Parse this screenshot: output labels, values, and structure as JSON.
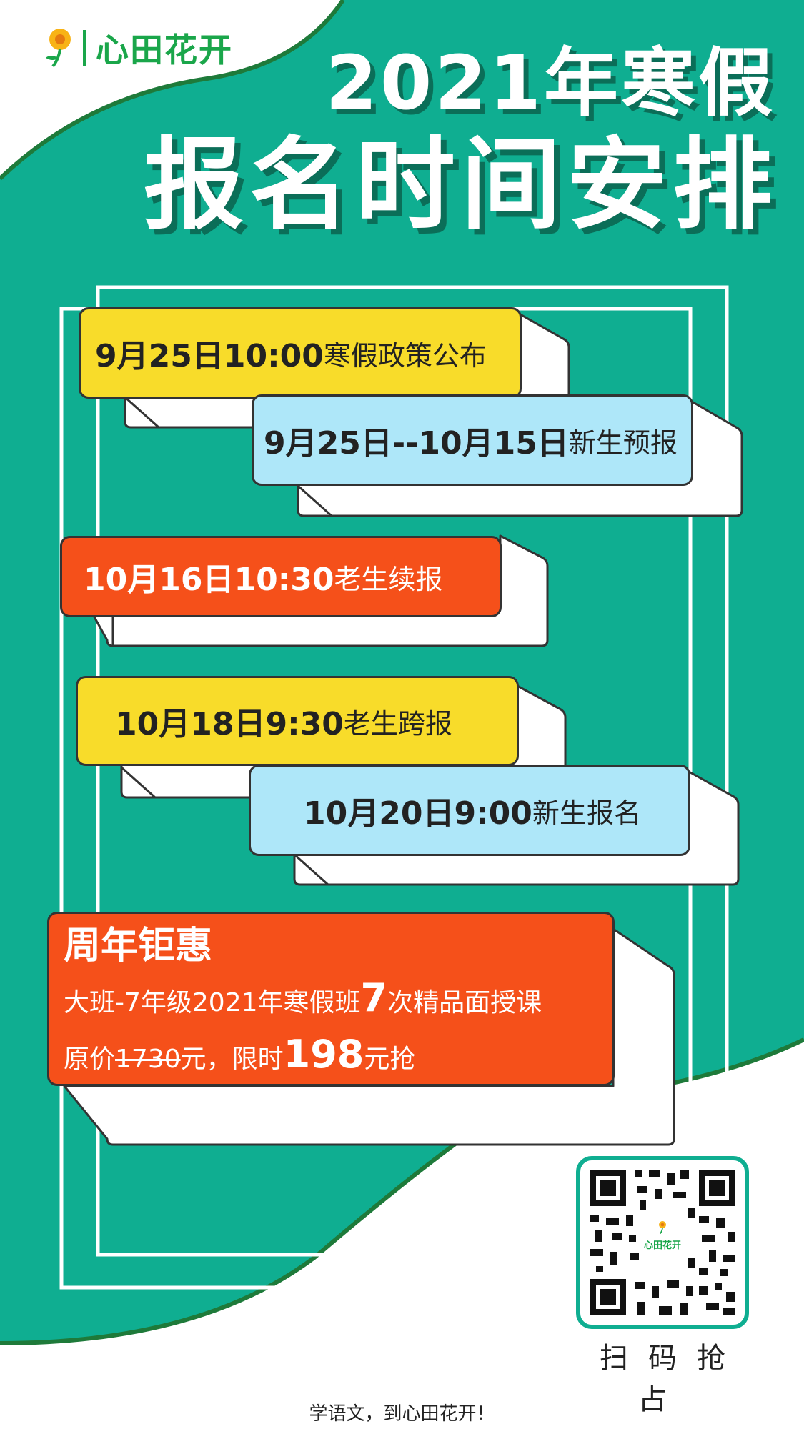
{
  "brand": {
    "name": "心田花开"
  },
  "title": {
    "line1": "2021年寒假",
    "line2": "报名时间安排"
  },
  "schedule": [
    {
      "date": "9月25日10:00",
      "event": "寒假政策公布"
    },
    {
      "date": "9月25日--10月15日",
      "event": "新生预报"
    },
    {
      "date": "10月16日10:30",
      "event": "老生续报"
    },
    {
      "date": "10月18日9:30",
      "event": "老生跨报"
    },
    {
      "date": "10月20日9:00",
      "event": "新生报名"
    }
  ],
  "promo": {
    "heading": "周年钜惠",
    "line2_before": "大班-7年级2021年寒假班",
    "line2_num": "7",
    "line2_after": "次精品面授课",
    "line3_prefix": "原价",
    "original_price": "1730",
    "line3_mid": "元，限时",
    "sale_price": "198",
    "line3_suffix": "元抢"
  },
  "qr": {
    "center_label": "心田花开",
    "caption": "扫码抢占"
  },
  "slogan": "学语文，到心田花开！",
  "colors": {
    "teal": "#0fae91",
    "yellow": "#f8dc2a",
    "light_blue": "#aee7f9",
    "orange": "#f5501a",
    "brand_green": "#1aa64a"
  }
}
